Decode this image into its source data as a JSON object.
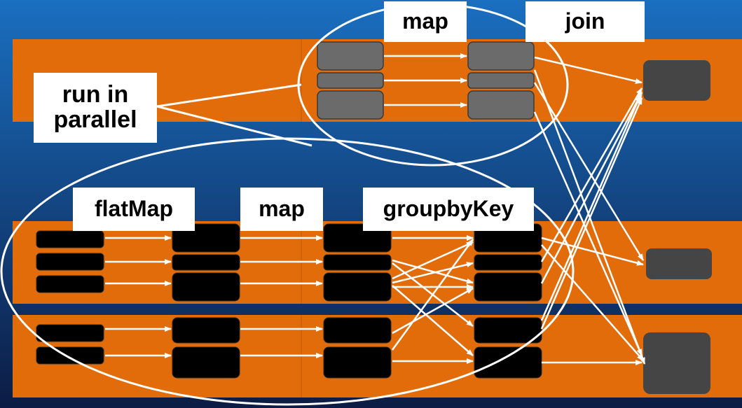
{
  "labels": {
    "run_in_parallel_line1": "run in",
    "run_in_parallel_line2": "parallel",
    "map_top": "map",
    "join": "join",
    "flatmap": "flatMap",
    "map_bottom": "map",
    "groupbykey": "groupbyKey"
  },
  "colors": {
    "background_top": "#1a6fc0",
    "background_bottom": "#0c1c44",
    "band": "#e36c0a",
    "partition_gray": "#6b6b6b",
    "result_dark": "#454545",
    "partition_black": "#000000",
    "line": "#ffffff"
  }
}
